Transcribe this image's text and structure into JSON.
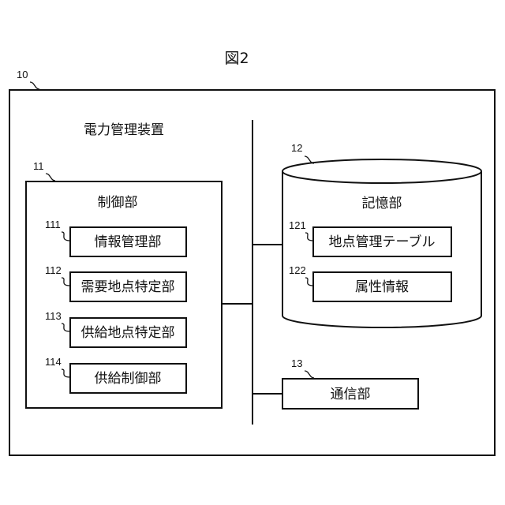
{
  "figure": {
    "title": "図2"
  },
  "device": {
    "ref": "10",
    "label": "電力管理装置"
  },
  "control": {
    "ref": "11",
    "label": "制御部",
    "items": [
      {
        "ref": "111",
        "label": "情報管理部"
      },
      {
        "ref": "112",
        "label": "需要地点特定部"
      },
      {
        "ref": "113",
        "label": "供給地点特定部"
      },
      {
        "ref": "114",
        "label": "供給制御部"
      }
    ]
  },
  "storage": {
    "ref": "12",
    "label": "記憶部",
    "items": [
      {
        "ref": "121",
        "label": "地点管理テーブル"
      },
      {
        "ref": "122",
        "label": "属性情報"
      }
    ]
  },
  "comm": {
    "ref": "13",
    "label": "通信部"
  }
}
